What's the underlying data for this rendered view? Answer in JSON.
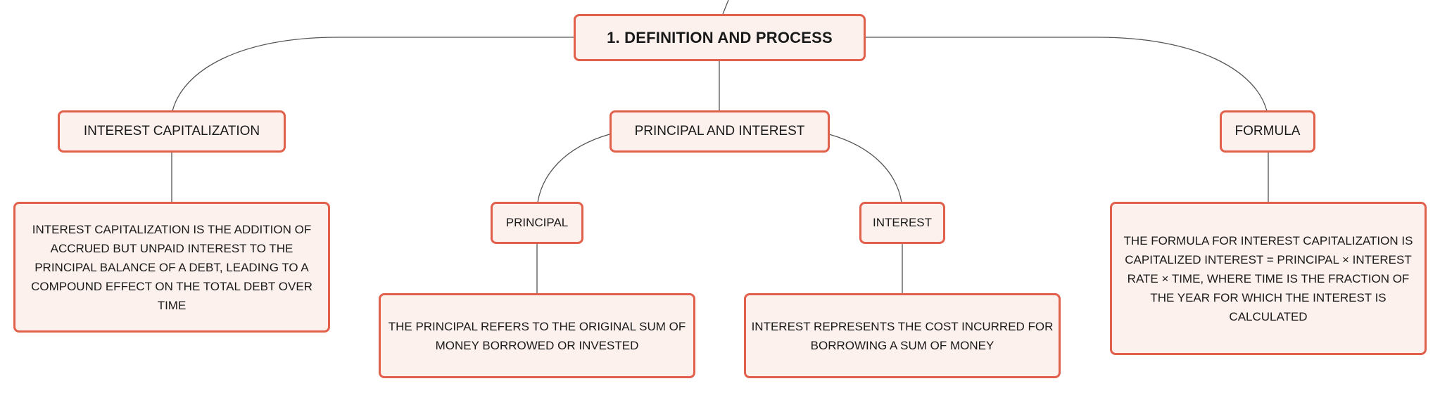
{
  "colors": {
    "border": "#e2604b",
    "fill": "#fdf1ed",
    "connector": "#555555",
    "text": "#1a1a1a"
  },
  "root": {
    "label": "1. DEFINITION AND PROCESS"
  },
  "topics": {
    "capitalization": {
      "label": "INTEREST CAPITALIZATION",
      "description": "INTEREST CAPITALIZATION IS THE ADDITION OF ACCRUED BUT UNPAID INTEREST TO THE PRINCIPAL BALANCE OF A DEBT, LEADING TO A COMPOUND EFFECT ON THE TOTAL DEBT OVER TIME"
    },
    "principal_and_interest": {
      "label": "PRINCIPAL AND INTEREST",
      "principal": {
        "label": "PRINCIPAL",
        "description": "THE PRINCIPAL REFERS TO THE ORIGINAL SUM OF MONEY BORROWED OR INVESTED"
      },
      "interest": {
        "label": "INTEREST",
        "description": "INTEREST REPRESENTS THE COST INCURRED FOR BORROWING A SUM OF MONEY"
      }
    },
    "formula": {
      "label": "FORMULA",
      "description": "THE FORMULA FOR INTEREST CAPITALIZATION IS CAPITALIZED INTEREST = PRINCIPAL × INTEREST RATE × TIME, WHERE TIME IS THE FRACTION OF THE YEAR FOR WHICH THE INTEREST IS CALCULATED"
    }
  }
}
